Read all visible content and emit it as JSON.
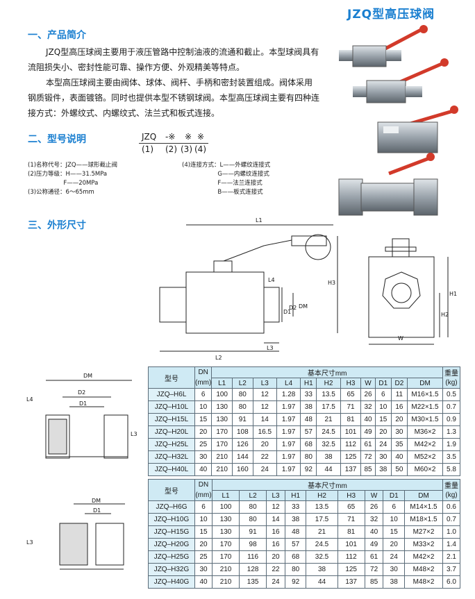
{
  "title": "JZQ型高压球阀",
  "sections": {
    "intro": "一、产品简介",
    "model": "二、型号说明",
    "dims": "三、外形尺寸"
  },
  "intro_paragraphs": [
    "JZQ型高压球阀主要用于液压管路中控制油液的流通和截止。本型球阀具有流阻损失小、密封性能可靠、操作方便、外观精美等特点。",
    "本型高压球阀主要由阀体、球体、阀杆、手柄和密封装置组成。阀体采用钢质锻件，表面镀铬。同时也提供本型不锈钢球阀。本型高压球阀主要有四种连接方式：外螺纹式、内螺纹式、法兰式和板式连接。"
  ],
  "model_code": {
    "parts": [
      "JZQ",
      "-※",
      "※",
      "※"
    ],
    "indices": [
      "(1)",
      "(2)",
      "(3)",
      "(4)"
    ]
  },
  "model_notes": {
    "left": "(1)名称代号：JZQ——球形截止阀\n(2)压力等级：H——31.5MPa\n                   F——20MPa\n(3)公称通径：6～65mm",
    "right": "(4)连接方式：L——外螺纹连接式\n                   G——内螺纹连接式\n                   F——法兰连接式\n                   B——板式连接式"
  },
  "drawing_labels": {
    "L1": "L1",
    "L2": "L2",
    "L3": "L3",
    "L4": "L4",
    "H1": "H1",
    "H2": "H2",
    "H3": "H3",
    "W": "W",
    "D1": "D1",
    "D2": "D2",
    "DM": "DM"
  },
  "table_common": {
    "model": "型号",
    "dn": "DN",
    "dn_unit": "(mm)",
    "basic": "基本尺寸mm",
    "weight": "重量",
    "weight_unit": "(kg)"
  },
  "table_L": {
    "cols": [
      "L1",
      "L2",
      "L3",
      "L4",
      "H1",
      "H2",
      "H3",
      "W",
      "D1",
      "D2",
      "DM"
    ],
    "rows": [
      [
        "JZQ–H6L",
        "6",
        "100",
        "80",
        "12",
        "1.28",
        "33",
        "13.5",
        "65",
        "26",
        "6",
        "11",
        "M16×1.5",
        "0.5"
      ],
      [
        "JZQ–H10L",
        "10",
        "130",
        "80",
        "12",
        "1.97",
        "38",
        "17.5",
        "71",
        "32",
        "10",
        "16",
        "M22×1.5",
        "0.7"
      ],
      [
        "JZQ–H15L",
        "15",
        "130",
        "91",
        "14",
        "1.97",
        "48",
        "21",
        "81",
        "40",
        "15",
        "20",
        "M30×1.5",
        "0.9"
      ],
      [
        "JZQ–H20L",
        "20",
        "170",
        "108",
        "16.5",
        "1.97",
        "57",
        "24.5",
        "101",
        "49",
        "20",
        "30",
        "M36×2",
        "1.3"
      ],
      [
        "JZQ–H25L",
        "25",
        "170",
        "126",
        "20",
        "1.97",
        "68",
        "32.5",
        "112",
        "61",
        "24",
        "35",
        "M42×2",
        "1.9"
      ],
      [
        "JZQ–H32L",
        "30",
        "210",
        "144",
        "22",
        "1.97",
        "80",
        "38",
        "125",
        "72",
        "30",
        "40",
        "M52×2",
        "3.5"
      ],
      [
        "JZQ–H40L",
        "40",
        "210",
        "160",
        "24",
        "1.97",
        "92",
        "44",
        "137",
        "85",
        "38",
        "50",
        "M60×2",
        "5.8"
      ]
    ]
  },
  "table_G": {
    "cols": [
      "L1",
      "L2",
      "L3",
      "H1",
      "H2",
      "H3",
      "W",
      "D1",
      "DM"
    ],
    "rows": [
      [
        "JZQ–H6G",
        "6",
        "100",
        "80",
        "12",
        "33",
        "13.5",
        "65",
        "26",
        "6",
        "M14×1.5",
        "0.6"
      ],
      [
        "JZQ–H10G",
        "10",
        "130",
        "80",
        "14",
        "38",
        "17.5",
        "71",
        "32",
        "10",
        "M18×1.5",
        "0.7"
      ],
      [
        "JZQ–H15G",
        "15",
        "130",
        "91",
        "16",
        "48",
        "21",
        "81",
        "40",
        "15",
        "M27×2",
        "1.0"
      ],
      [
        "JZQ–H20G",
        "20",
        "170",
        "98",
        "16",
        "57",
        "24.5",
        "101",
        "49",
        "20",
        "M33×2",
        "1.4"
      ],
      [
        "JZQ–H25G",
        "25",
        "170",
        "116",
        "20",
        "68",
        "32.5",
        "112",
        "61",
        "24",
        "M42×2",
        "2.1"
      ],
      [
        "JZQ–H32G",
        "30",
        "210",
        "128",
        "22",
        "80",
        "38",
        "125",
        "72",
        "30",
        "M48×2",
        "3.7"
      ],
      [
        "JZQ–H40G",
        "40",
        "210",
        "135",
        "24",
        "92",
        "44",
        "137",
        "85",
        "38",
        "M48×2",
        "6.0"
      ]
    ]
  }
}
